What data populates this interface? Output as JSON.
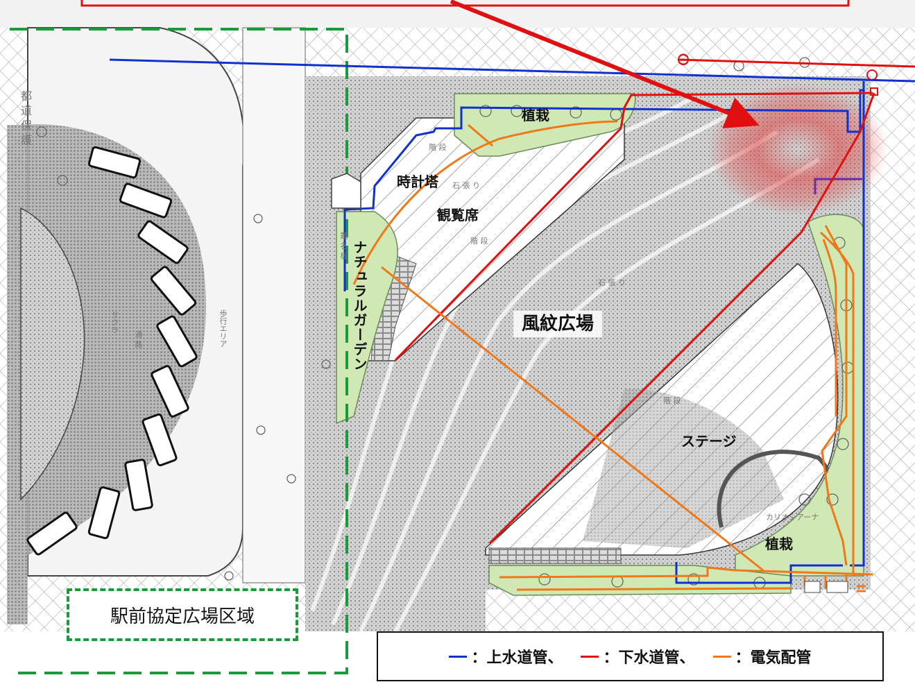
{
  "labels": {
    "shokusai_top": "植栽",
    "clock_tower": "時計塔",
    "seats": "観覧席",
    "natural_garden": "ナチュラルガーデン",
    "plaza": "風紋広場",
    "stage": "ステージ",
    "shokusai_bottom": "植栽"
  },
  "faint_labels": {
    "stairs_1": "階 段",
    "stairs_2": "階 段",
    "stairs_3": "階 段",
    "stone_1": "石 張 り",
    "stone_2": "石 張 り",
    "road": "通 路",
    "sakura": "サクラ",
    "walk_area": "歩行エリア",
    "sidewalk": "都 道 保 護",
    "name_plate": "題 名 板",
    "chariot": "カリオシアーナ"
  },
  "region_box": {
    "label": "駅前協定広場区域"
  },
  "legend": [
    {
      "name": "water-main",
      "swatch_color": "#1030d0",
      "label": "：上水道管、"
    },
    {
      "name": "sewer-pipe",
      "swatch_color": "#e01010",
      "label": "：下水道管、"
    },
    {
      "name": "electric-pipe",
      "swatch_color": "#f07818",
      "label": "：電気配管"
    }
  ],
  "colors": {
    "water": "#1030d0",
    "sewer": "#e01010",
    "electric": "#f07818",
    "vegetation": "#cfe8b4",
    "region_border": "#1a9a3c"
  }
}
